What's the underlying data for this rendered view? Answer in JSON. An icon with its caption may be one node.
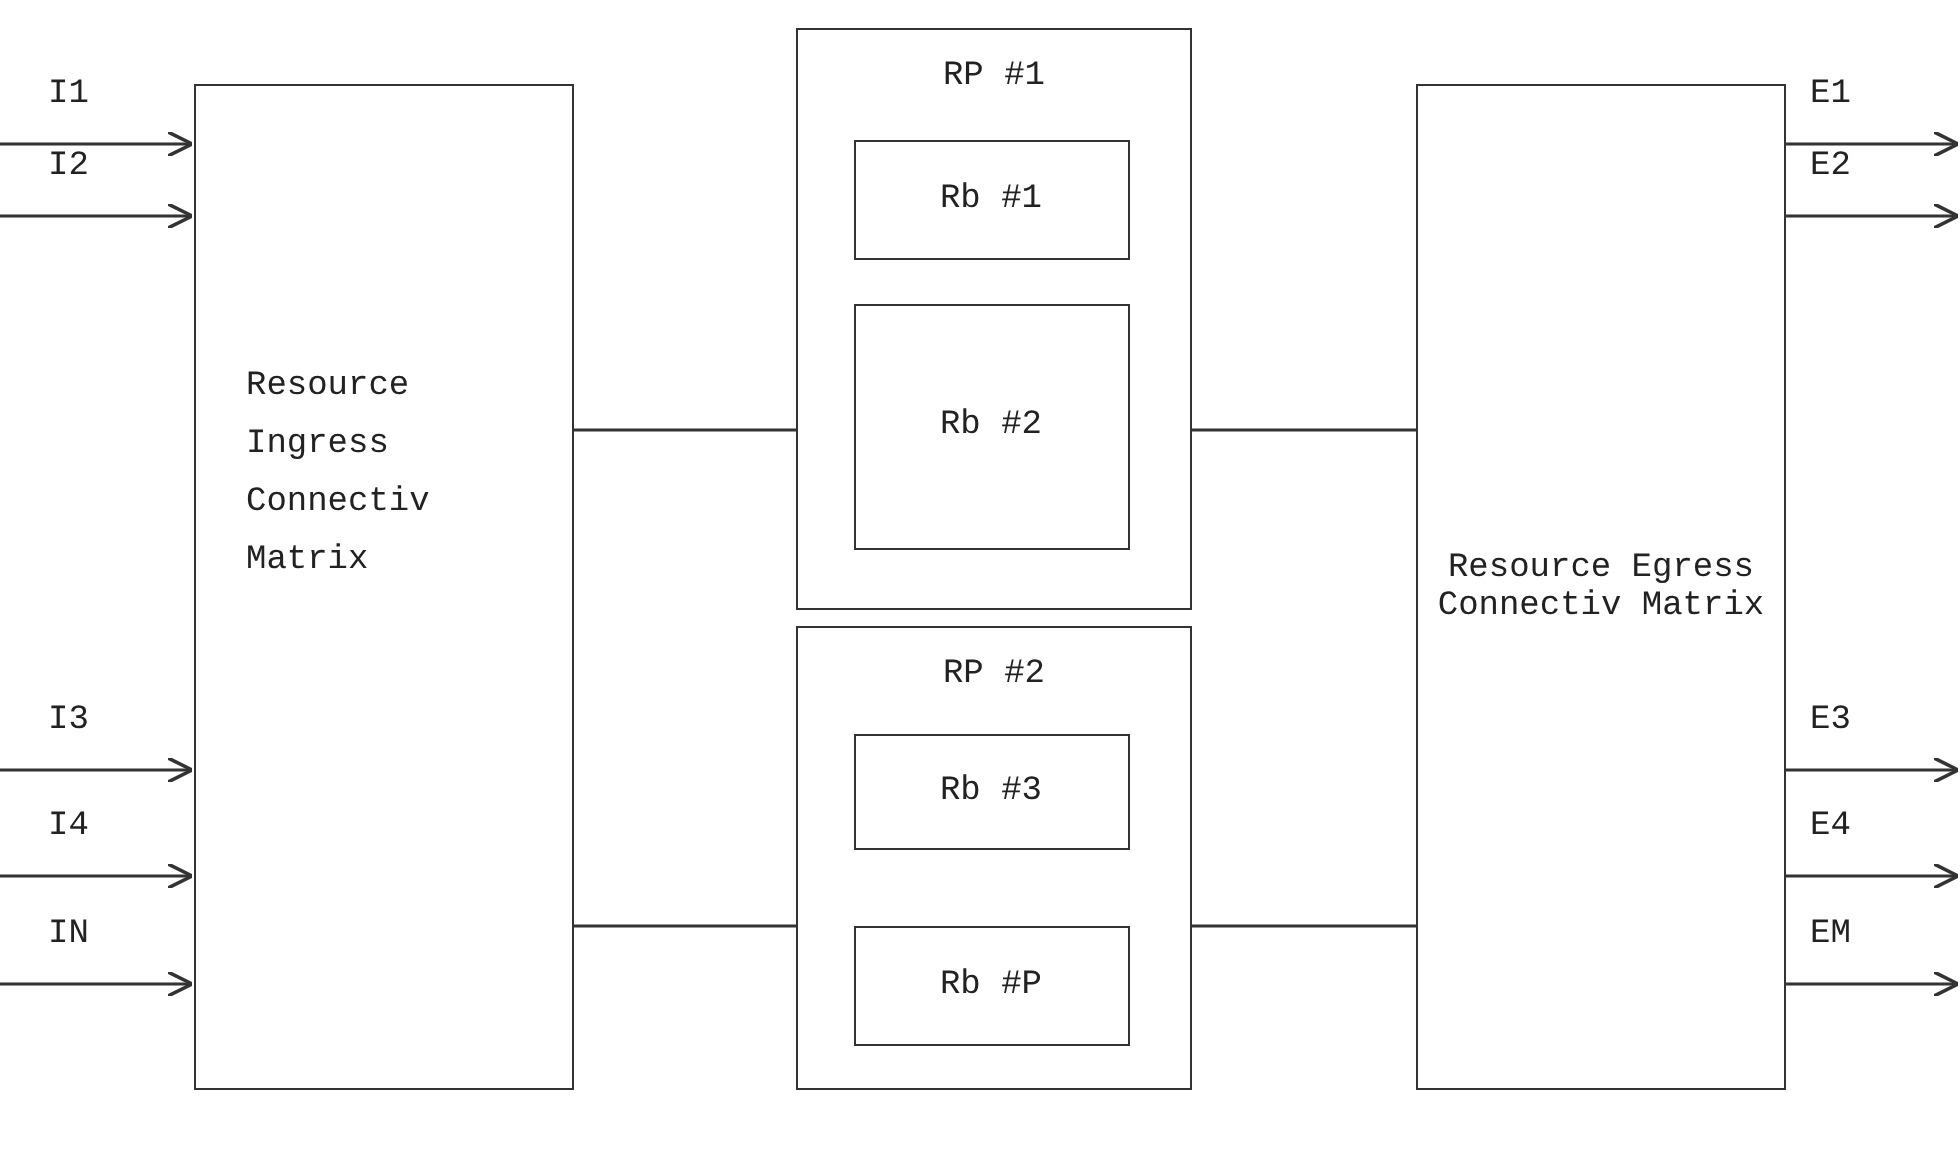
{
  "diagram": {
    "nodes": [
      {
        "text": [
          "Resource Ingress Connectiv Matrix"
        ]
      },
      {
        "text": [
          "RP #1"
        ]
      },
      {
        "text": [
          "Rb #1"
        ],
        "in": 1
      },
      {
        "text": [
          "Rb #2"
        ],
        "in": 1
      },
      {
        "text": [
          "RP #2"
        ]
      },
      {
        "text": [
          "Rb #3"
        ],
        "in": 4
      },
      {
        "text": [
          "Rb #P"
        ],
        "in": 4
      },
      {
        "text": [
          "Resource Egress Connectiv Matrix"
        ]
      }
    ],
    "edges": [
      {
        "from": null,
        "to": 0,
        "arrow": "to",
        "label": "I1"
      },
      {
        "from": null,
        "to": 0,
        "arrow": "to",
        "label": "I2"
      },
      {
        "from": null,
        "to": 0,
        "arrow": "to",
        "label": "I3"
      },
      {
        "from": null,
        "to": 0,
        "arrow": "to",
        "label": "I4"
      },
      {
        "from": null,
        "to": 0,
        "arrow": "to",
        "label": "IN"
      },
      {
        "from": 0,
        "to": 1,
        "arrow": "none"
      },
      {
        "from": 1,
        "to": 7,
        "arrow": "none"
      },
      {
        "from": 0,
        "to": 4,
        "arrow": "none"
      },
      {
        "from": 4,
        "to": 7,
        "arrow": "none"
      },
      {
        "from": 7,
        "to": null,
        "arrow": "to",
        "label": "E1"
      },
      {
        "from": 7,
        "to": null,
        "arrow": "to",
        "label": "E2"
      },
      {
        "from": 7,
        "to": null,
        "arrow": "to",
        "label": "E3"
      },
      {
        "from": 7,
        "to": null,
        "arrow": "to",
        "label": "E4"
      },
      {
        "from": 7,
        "to": null,
        "arrow": "to",
        "label": "EM"
      }
    ]
  }
}
